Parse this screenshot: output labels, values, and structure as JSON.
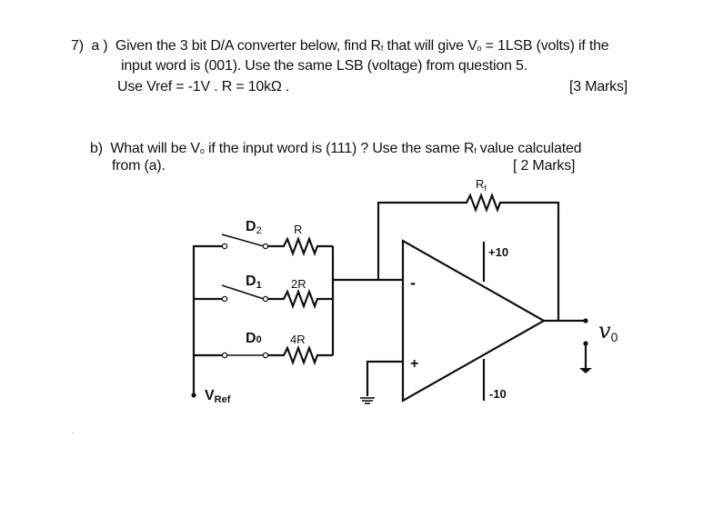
{
  "question": {
    "number": "7)",
    "part_a": {
      "label": "a )",
      "line1_pre": "Given the 3 bit D/A converter below, find R",
      "line1_sub": "f",
      "line1_post": " that will give V",
      "line1_sub2": "o",
      "line1_end": " = 1LSB (volts)  if the",
      "line2": "input word is  (001).  Use the same LSB (voltage)  from question 5.",
      "line3": "Use Vref = -1V .    R = 10kΩ .",
      "marks": "[3 Marks]"
    },
    "part_b": {
      "label": "b)",
      "line1_pre": "What will be V",
      "line1_sub": "o",
      "line1_mid": " if the input word is (111) ?  Use the same R",
      "line1_sub2": "f",
      "line1_end": " value calculated",
      "line2": "from  (a).",
      "marks": "[ 2 Marks]"
    }
  },
  "circuit": {
    "switches": [
      {
        "name": "D",
        "sub": "2",
        "resistor": "R"
      },
      {
        "name": "D",
        "sub": "1",
        "resistor": "2R"
      },
      {
        "name": "D",
        "sub": "0",
        "resistor": "4R"
      }
    ],
    "vref_label": "V",
    "vref_sub": "Ref",
    "feedback_label": "R",
    "feedback_sub": "f",
    "inverting_sign": "-",
    "noninverting_sign": "+",
    "supply_pos": "+10",
    "supply_neg": "-10",
    "output_label": "v",
    "output_sub": "0"
  }
}
